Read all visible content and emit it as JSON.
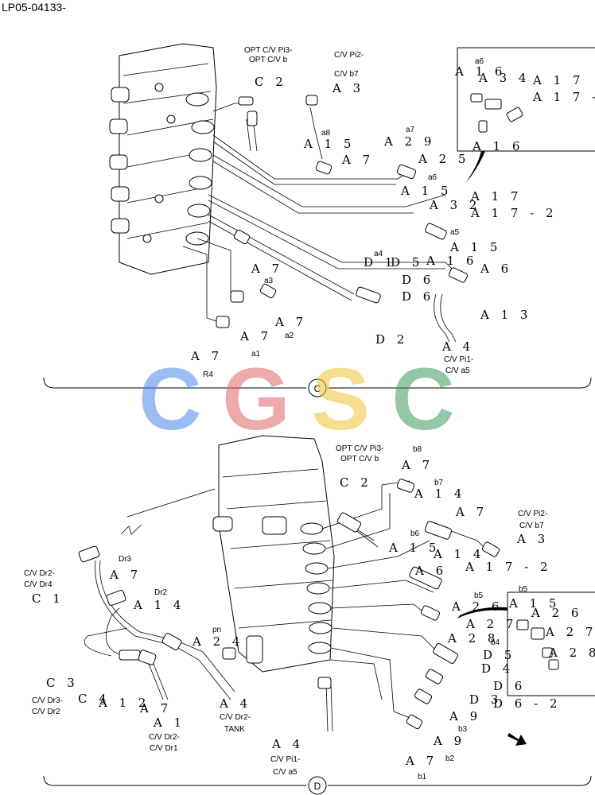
{
  "header": {
    "part_number": "LP05-04133-"
  },
  "watermark": {
    "letters": [
      "C",
      "G",
      "S",
      "C"
    ],
    "colors": [
      "#4a86e8",
      "#e06666",
      "#f1c232",
      "#3d9a5c"
    ]
  },
  "section_c": {
    "marker": "C",
    "labels": [
      {
        "id": "opt_pi3",
        "text": "OPT C/V Pi3-",
        "kind": "lbl"
      },
      {
        "id": "opt_b",
        "text": "OPT C/V b",
        "kind": "lbl"
      },
      {
        "id": "c2",
        "text": "C 2",
        "kind": "code"
      },
      {
        "id": "cv_pi2",
        "text": "C/V Pi2-",
        "kind": "lbl"
      },
      {
        "id": "cv_b7",
        "text": "C/V b7",
        "kind": "lbl"
      },
      {
        "id": "a3",
        "text": "A 3",
        "kind": "code"
      },
      {
        "id": "a8",
        "text": "a8",
        "kind": "lbl"
      },
      {
        "id": "a15_1",
        "text": "A 1 5",
        "kind": "code"
      },
      {
        "id": "a7_1",
        "text": "A 7",
        "kind": "code"
      },
      {
        "id": "a7s",
        "text": "a7",
        "kind": "lbl"
      },
      {
        "id": "a29",
        "text": "A 2 9",
        "kind": "code"
      },
      {
        "id": "a25",
        "text": "A 2 5",
        "kind": "code"
      },
      {
        "id": "a6s_1",
        "text": "a6",
        "kind": "lbl"
      },
      {
        "id": "a15_2",
        "text": "A 1 5",
        "kind": "code"
      },
      {
        "id": "a32",
        "text": "A 3 2",
        "kind": "code"
      },
      {
        "id": "a17_1",
        "text": "A 1 7",
        "kind": "code"
      },
      {
        "id": "a17_2",
        "text": "A 1 7 - 2",
        "kind": "code"
      },
      {
        "id": "a5s",
        "text": "a5",
        "kind": "lbl"
      },
      {
        "id": "a15_3",
        "text": "A 1 5",
        "kind": "code"
      },
      {
        "id": "a16_1",
        "text": "A 1 6",
        "kind": "code"
      },
      {
        "id": "a6_1",
        "text": "A 6",
        "kind": "code"
      },
      {
        "id": "a4s",
        "text": "a4",
        "kind": "lbl"
      },
      {
        "id": "d1",
        "text": "D 1",
        "kind": "code"
      },
      {
        "id": "d5",
        "text": "D 5",
        "kind": "code"
      },
      {
        "id": "d6",
        "text": "D 6",
        "kind": "code"
      },
      {
        "id": "d6b",
        "text": "D 6",
        "kind": "code"
      },
      {
        "id": "a13",
        "text": "A 1 3",
        "kind": "code"
      },
      {
        "id": "a7_2",
        "text": "A 7",
        "kind": "code"
      },
      {
        "id": "a3s",
        "text": "a3",
        "kind": "lbl"
      },
      {
        "id": "a7_3",
        "text": "A 7",
        "kind": "code"
      },
      {
        "id": "a2s",
        "text": "a2",
        "kind": "lbl"
      },
      {
        "id": "d2",
        "text": "D 2",
        "kind": "code"
      },
      {
        "id": "a7_4",
        "text": "A 7",
        "kind": "code"
      },
      {
        "id": "a7_5",
        "text": "A 7",
        "kind": "code"
      },
      {
        "id": "a1s",
        "text": "a1",
        "kind": "lbl"
      },
      {
        "id": "a4",
        "text": "A 4",
        "kind": "code"
      },
      {
        "id": "cv_pi1",
        "text": "C/V Pi1-",
        "kind": "lbl"
      },
      {
        "id": "cv_a5",
        "text": "C/V a5",
        "kind": "lbl"
      },
      {
        "id": "r4",
        "text": "R4",
        "kind": "lbl"
      }
    ],
    "inset_labels": [
      {
        "id": "i_a6s",
        "text": "a6",
        "kind": "lbl"
      },
      {
        "id": "i_a16",
        "text": "A 1 6",
        "kind": "code"
      },
      {
        "id": "i_a34",
        "text": "A 3 4",
        "kind": "code"
      },
      {
        "id": "i_a17",
        "text": "A 1 7",
        "kind": "code"
      },
      {
        "id": "i_a17b",
        "text": "A 1 7 -",
        "kind": "code"
      },
      {
        "id": "i_a16b",
        "text": "A 1 6",
        "kind": "code"
      }
    ]
  },
  "section_d": {
    "marker": "D",
    "labels": [
      {
        "id": "opt_pi3",
        "text": "OPT C/V Pi3-",
        "kind": "lbl"
      },
      {
        "id": "opt_b",
        "text": "OPT C/V b",
        "kind": "lbl"
      },
      {
        "id": "b8",
        "text": "b8",
        "kind": "lbl"
      },
      {
        "id": "a7_1",
        "text": "A 7",
        "kind": "code"
      },
      {
        "id": "c2",
        "text": "C 2",
        "kind": "code"
      },
      {
        "id": "b7",
        "text": "b7",
        "kind": "lbl"
      },
      {
        "id": "a14_1",
        "text": "A 1 4",
        "kind": "code"
      },
      {
        "id": "a7_2",
        "text": "A 7",
        "kind": "code"
      },
      {
        "id": "cv_pi2",
        "text": "C/V Pi2-",
        "kind": "lbl"
      },
      {
        "id": "cv_b7",
        "text": "C/V b7",
        "kind": "lbl"
      },
      {
        "id": "a3",
        "text": "A 3",
        "kind": "code"
      },
      {
        "id": "b6",
        "text": "b6",
        "kind": "lbl"
      },
      {
        "id": "a15",
        "text": "A 1 5",
        "kind": "code"
      },
      {
        "id": "a14_2",
        "text": "A 1 4",
        "kind": "code"
      },
      {
        "id": "a6",
        "text": "A 6",
        "kind": "code"
      },
      {
        "id": "a17",
        "text": "A 1 7 - 2",
        "kind": "code"
      },
      {
        "id": "b5",
        "text": "b5",
        "kind": "lbl"
      },
      {
        "id": "a26",
        "text": "A 2 6",
        "kind": "code"
      },
      {
        "id": "a27",
        "text": "A 2 7",
        "kind": "code"
      },
      {
        "id": "a28",
        "text": "A 2 8",
        "kind": "code"
      },
      {
        "id": "b4",
        "text": "b4",
        "kind": "lbl"
      },
      {
        "id": "d5",
        "text": "D 5",
        "kind": "code"
      },
      {
        "id": "d4",
        "text": "D 4",
        "kind": "code"
      },
      {
        "id": "d6",
        "text": "D 6",
        "kind": "code"
      },
      {
        "id": "d3",
        "text": "D 3",
        "kind": "code"
      },
      {
        "id": "d6_2",
        "text": "D 6 - 2",
        "kind": "code"
      },
      {
        "id": "a9_1",
        "text": "A 9",
        "kind": "code"
      },
      {
        "id": "b3",
        "text": "b3",
        "kind": "lbl"
      },
      {
        "id": "a9_2",
        "text": "A 9",
        "kind": "code"
      },
      {
        "id": "b2",
        "text": "b2",
        "kind": "lbl"
      },
      {
        "id": "a7_3",
        "text": "A 7",
        "kind": "code"
      },
      {
        "id": "b1",
        "text": "b1",
        "kind": "lbl"
      },
      {
        "id": "a4_1",
        "text": "A 4",
        "kind": "code"
      },
      {
        "id": "cv_pi1",
        "text": "C/V Pi1-",
        "kind": "lbl"
      },
      {
        "id": "cv_a5",
        "text": "C/V a5",
        "kind": "lbl"
      },
      {
        "id": "cv_dr2_dr4a",
        "text": "C/V Dr2-",
        "kind": "lbl"
      },
      {
        "id": "cv_dr2_dr4b",
        "text": "C/V Dr4",
        "kind": "lbl"
      },
      {
        "id": "c1",
        "text": "C 1",
        "kind": "code"
      },
      {
        "id": "dr3",
        "text": "Dr3",
        "kind": "lbl"
      },
      {
        "id": "a7_4",
        "text": "A 7",
        "kind": "code"
      },
      {
        "id": "dr2",
        "text": "Dr2",
        "kind": "lbl"
      },
      {
        "id": "a14_3",
        "text": "A 1 4",
        "kind": "code"
      },
      {
        "id": "pn",
        "text": "pn",
        "kind": "lbl"
      },
      {
        "id": "a24",
        "text": "A 2 4",
        "kind": "code"
      },
      {
        "id": "c3",
        "text": "C 3",
        "kind": "code"
      },
      {
        "id": "c4",
        "text": "C 4",
        "kind": "code"
      },
      {
        "id": "a12",
        "text": "A 1 2",
        "kind": "code"
      },
      {
        "id": "a7_5",
        "text": "A 7",
        "kind": "code"
      },
      {
        "id": "a1",
        "text": "A 1",
        "kind": "code"
      },
      {
        "id": "a4_2",
        "text": "A 4",
        "kind": "code"
      },
      {
        "id": "cv_dr3a",
        "text": "C/V Dr3-",
        "kind": "lbl"
      },
      {
        "id": "cv_dr3b",
        "text": "C/V Dr2",
        "kind": "lbl"
      },
      {
        "id": "cv_dr2a",
        "text": "C/V Dr2-",
        "kind": "lbl"
      },
      {
        "id": "cv_dr2b",
        "text": "C/V Dr1",
        "kind": "lbl"
      },
      {
        "id": "cv_tank_a",
        "text": "C/V Dr2-",
        "kind": "lbl"
      },
      {
        "id": "cv_tank_b",
        "text": "TANK",
        "kind": "lbl"
      }
    ],
    "inset_labels": [
      {
        "id": "i_b5",
        "text": "b5",
        "kind": "lbl"
      },
      {
        "id": "i_a15",
        "text": "A 1 5",
        "kind": "code"
      },
      {
        "id": "i_a26",
        "text": "A 2 6",
        "kind": "code"
      },
      {
        "id": "i_a27",
        "text": "A 2 7",
        "kind": "code"
      },
      {
        "id": "i_a28",
        "text": "A 2 8",
        "kind": "code"
      }
    ]
  }
}
